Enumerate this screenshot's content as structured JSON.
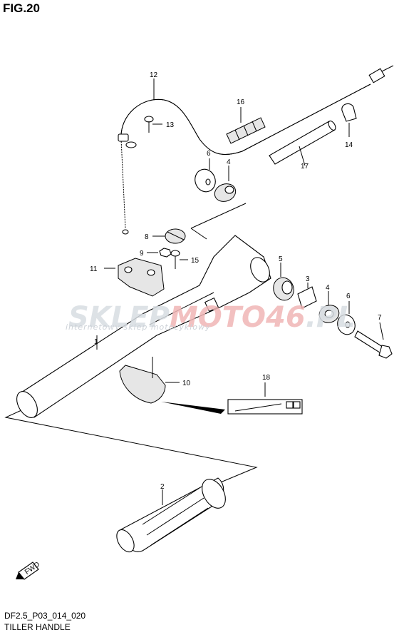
{
  "figure": {
    "title": "FIG.20",
    "code": "DF2.5_P03_014_020",
    "name": "TILLER HANDLE"
  },
  "watermark": {
    "brand_a": "SKLEP",
    "brand_b": "MOTO",
    "brand_c": "46",
    "brand_d": ".PL",
    "tagline": "internetowy sklep motocyklowy"
  },
  "label18": {
    "icon": "fwd-arrow-icon"
  },
  "fwd": {
    "text": "FWD"
  },
  "callouts": {
    "c1": "1",
    "c2": "2",
    "c3": "3",
    "c4a": "4",
    "c4b": "4",
    "c5": "5",
    "c6a": "6",
    "c6b": "6",
    "c7": "7",
    "c8": "8",
    "c9": "9",
    "c10": "10",
    "c11": "11",
    "c12": "12",
    "c13": "13",
    "c14": "14",
    "c15": "15",
    "c16": "16",
    "c17": "17",
    "c18": "18"
  }
}
